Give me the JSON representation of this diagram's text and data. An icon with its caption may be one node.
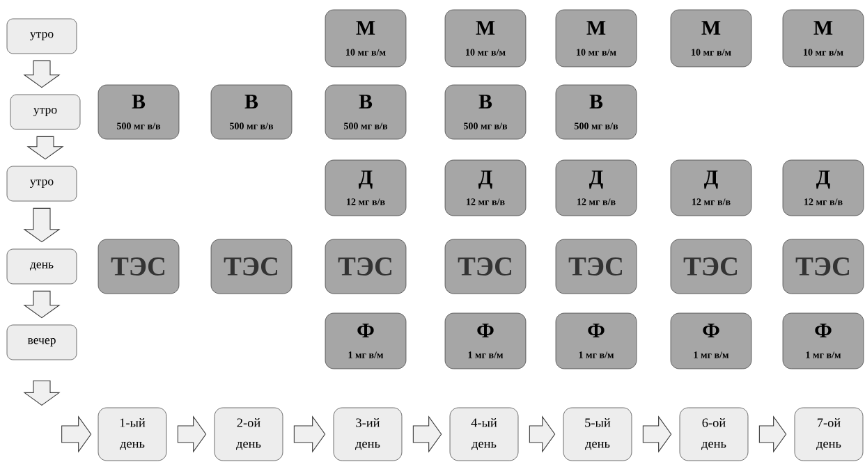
{
  "diagram": {
    "nodes": [
      {
        "text": [
          "утро"
        ]
      },
      {
        "text": [
          "утро"
        ]
      },
      {
        "text": [
          "утро"
        ]
      },
      {
        "text": [
          "день"
        ]
      },
      {
        "text": [
          "вечер"
        ]
      },
      {
        "text": [
          "М",
          "10 мг в/м"
        ]
      },
      {
        "text": [
          "М",
          "10 мг в/м"
        ]
      },
      {
        "text": [
          "М",
          "10 мг в/м"
        ]
      },
      {
        "text": [
          "М",
          "10 мг в/м"
        ]
      },
      {
        "text": [
          "М",
          "10 мг в/м"
        ]
      },
      {
        "text": [
          "В",
          "500 мг в/в"
        ]
      },
      {
        "text": [
          "В",
          "500 мг в/в"
        ]
      },
      {
        "text": [
          "В",
          "500 мг в/в"
        ]
      },
      {
        "text": [
          "В",
          "500 мг в/в"
        ]
      },
      {
        "text": [
          "В",
          "500 мг в/в"
        ]
      },
      {
        "text": [
          "Д",
          "12 мг в/в"
        ]
      },
      {
        "text": [
          "Д",
          "12 мг в/в"
        ]
      },
      {
        "text": [
          "Д",
          "12 мг в/в"
        ]
      },
      {
        "text": [
          "Д",
          "12 мг в/в"
        ]
      },
      {
        "text": [
          "Д",
          "12 мг в/в"
        ]
      },
      {
        "text": [
          "ТЭС"
        ]
      },
      {
        "text": [
          "ТЭС"
        ]
      },
      {
        "text": [
          "ТЭС"
        ]
      },
      {
        "text": [
          "ТЭС"
        ]
      },
      {
        "text": [
          "ТЭС"
        ]
      },
      {
        "text": [
          "ТЭС"
        ]
      },
      {
        "text": [
          "ТЭС"
        ]
      },
      {
        "text": [
          "Ф",
          "1 мг в/м"
        ]
      },
      {
        "text": [
          "Ф",
          "1 мг в/м"
        ]
      },
      {
        "text": [
          "Ф",
          "1 мг в/м"
        ]
      },
      {
        "text": [
          "Ф",
          "1 мг в/м"
        ]
      },
      {
        "text": [
          "Ф",
          "1 мг в/м"
        ]
      },
      {
        "text": [
          "1-ый день"
        ]
      },
      {
        "text": [
          "2-ой день"
        ]
      },
      {
        "text": [
          "3-ий день"
        ]
      },
      {
        "text": [
          "4-ый день"
        ]
      },
      {
        "text": [
          "5-ый день"
        ]
      },
      {
        "text": [
          "6-ой день"
        ]
      },
      {
        "text": [
          "7-ой день"
        ]
      }
    ],
    "edges": [
      {
        "from": 0,
        "to": 1,
        "arrow": "to"
      },
      {
        "from": 1,
        "to": 2,
        "arrow": "to"
      },
      {
        "from": 2,
        "to": 3,
        "arrow": "to"
      },
      {
        "from": 3,
        "to": 4,
        "arrow": "to"
      },
      {
        "from": 4,
        "to": null,
        "arrow": "to"
      },
      {
        "from": null,
        "to": 32,
        "arrow": "to"
      },
      {
        "from": 32,
        "to": 33,
        "arrow": "to"
      },
      {
        "from": 33,
        "to": 34,
        "arrow": "to"
      },
      {
        "from": 34,
        "to": 35,
        "arrow": "to"
      },
      {
        "from": 35,
        "to": 36,
        "arrow": "to"
      },
      {
        "from": 36,
        "to": 37,
        "arrow": "to"
      },
      {
        "from": 37,
        "to": 38,
        "arrow": "to"
      }
    ]
  }
}
